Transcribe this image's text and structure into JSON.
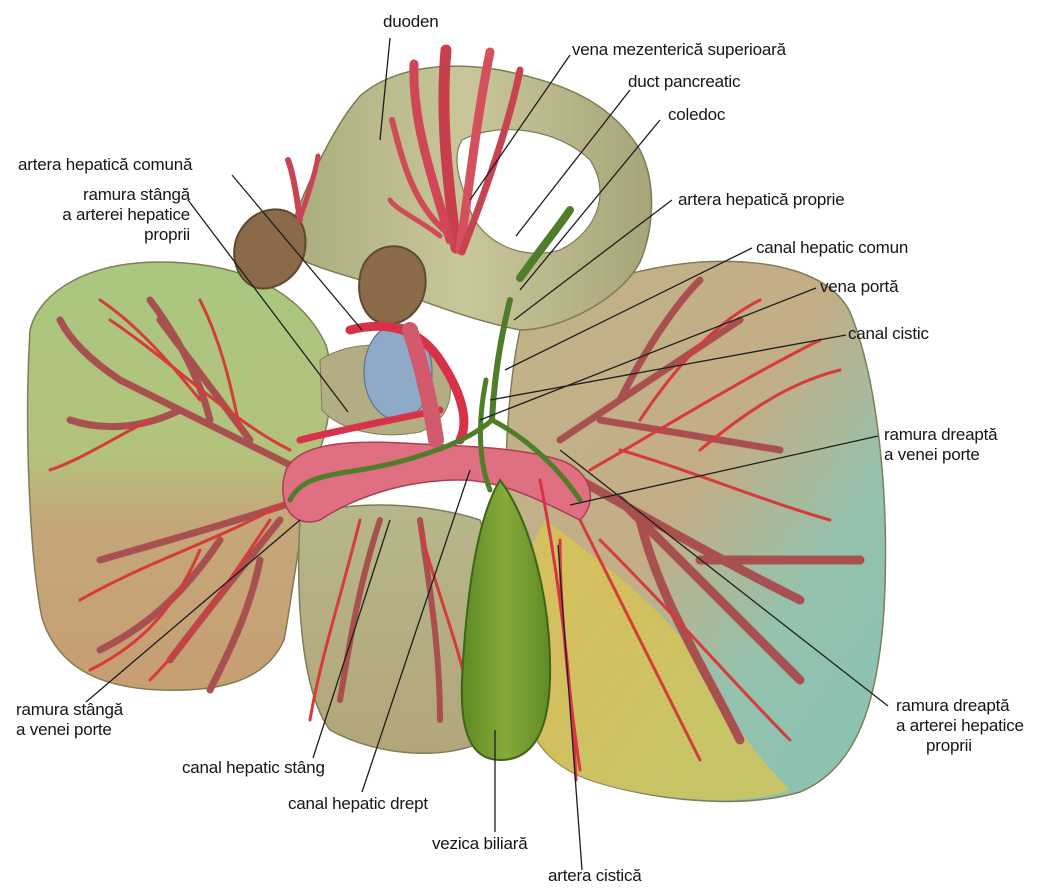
{
  "colors": {
    "background": "#ffffff",
    "liver_green": "#a9c77f",
    "liver_tan": "#c2a77a",
    "liver_teal": "#8fc4b1",
    "liver_yellow": "#d6c24a",
    "duodenum": "#b9b789",
    "duodenum_lumen": "#8a6a48",
    "artery": "#d8324a",
    "portal_vein": "#e06f82",
    "vein_branches": "#b3585a",
    "bile_ducts": "#4f7d2a",
    "gallbladder": "#6f9a2a",
    "pancreatic_blue": "#8fa9c8",
    "leader_line": "#1e1e1e",
    "text": "#161616"
  },
  "labels": {
    "duoden": "duoden",
    "vena_mezenterica_superioara": "vena mezenterică superioară",
    "duct_pancreatic": "duct pancreatic",
    "coledoc": "coledoc",
    "artera_hepatica_comuna": "artera hepatică comună",
    "ramura_stanga_arterei_1": "ramura stângă",
    "ramura_stanga_arterei_2": "a arterei hepatice",
    "ramura_stanga_arterei_3": "proprii",
    "artera_hepatica_proprie": "artera hepatică proprie",
    "canal_hepatic_comun": "canal hepatic comun",
    "vena_porta": "vena portă",
    "canal_cistic": "canal cistic",
    "ramura_dreapta_venei_1": "ramura dreaptă",
    "ramura_dreapta_venei_2": "a venei porte",
    "ramura_dreapta_arterei_1": "ramura dreaptă",
    "ramura_dreapta_arterei_2": "a arterei hepatice",
    "ramura_dreapta_arterei_3": "proprii",
    "ramura_stanga_venei_1": "ramura stângă",
    "ramura_stanga_venei_2": "a venei porte",
    "canal_hepatic_stang": "canal hepatic stâng",
    "canal_hepatic_drept": "canal hepatic drept",
    "vezica_biliara": "vezica biliară",
    "artera_cistica": "artera cistică"
  }
}
